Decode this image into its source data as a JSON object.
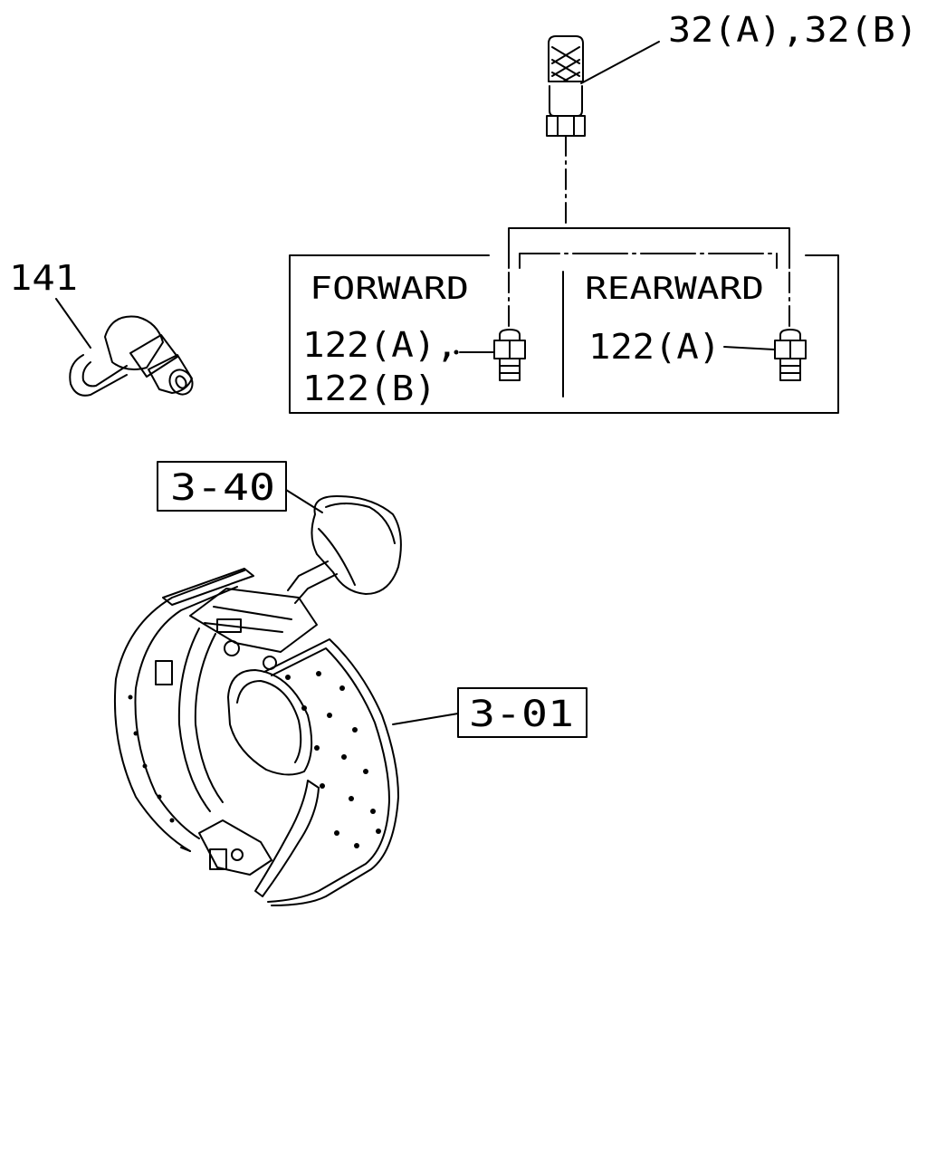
{
  "callouts": {
    "part_32": "32(A),32(B)",
    "part_141": "141",
    "ref_3_40": "3-40",
    "ref_3_01": "3-01"
  },
  "panel": {
    "forward": {
      "heading": "FORWARD",
      "part_line1": "122(A),",
      "part_line2": "122(B)"
    },
    "rearward": {
      "heading": "REARWARD",
      "part": "122(A)"
    }
  }
}
